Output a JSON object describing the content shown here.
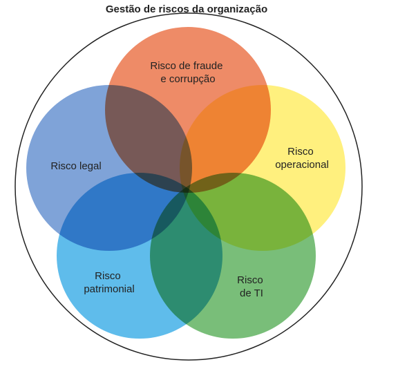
{
  "title": "Gestão de riscos da organização",
  "circles": [
    {
      "key": "legal",
      "lines": [
        "Risco legal"
      ],
      "color": "#7FA3D8"
    },
    {
      "key": "fraude",
      "lines": [
        "Risco de fraude",
        "e corrupção"
      ],
      "color": "#EE8B67"
    },
    {
      "key": "operacional",
      "lines": [
        "Risco",
        "operacional"
      ],
      "color": "#FFF07E"
    },
    {
      "key": "ti",
      "lines": [
        "Risco",
        "de TI"
      ],
      "color": "#79BE79"
    },
    {
      "key": "patrimonial",
      "lines": [
        "Risco",
        "patrimonial"
      ],
      "color": "#5FBCEB"
    }
  ]
}
